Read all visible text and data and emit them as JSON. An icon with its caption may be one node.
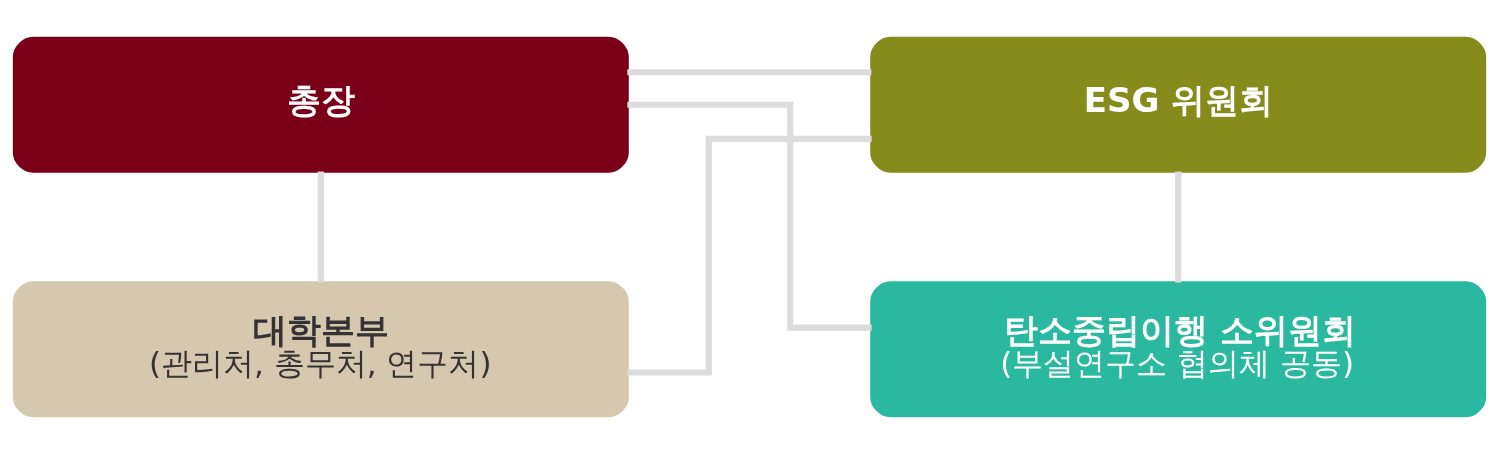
{
  "diagram": {
    "nodes": [
      {
        "text": [
          "총장"
        ]
      },
      {
        "text": [
          "ESG 위원회"
        ]
      },
      {
        "text": [
          "대학본부",
          "(관리처, 총무처, 연구처)"
        ]
      },
      {
        "text": [
          "탄소중립이행 소위원회",
          "(부설연구소 협의체 공동)"
        ]
      }
    ],
    "edges": [
      {
        "from": 0,
        "to": 1,
        "arrow": "none"
      },
      {
        "from": 0,
        "to": 2,
        "arrow": "none"
      },
      {
        "from": 0,
        "to": 3,
        "arrow": "none"
      },
      {
        "from": 1,
        "to": 2,
        "arrow": "none"
      },
      {
        "from": 1,
        "to": 3,
        "arrow": "none"
      }
    ]
  }
}
